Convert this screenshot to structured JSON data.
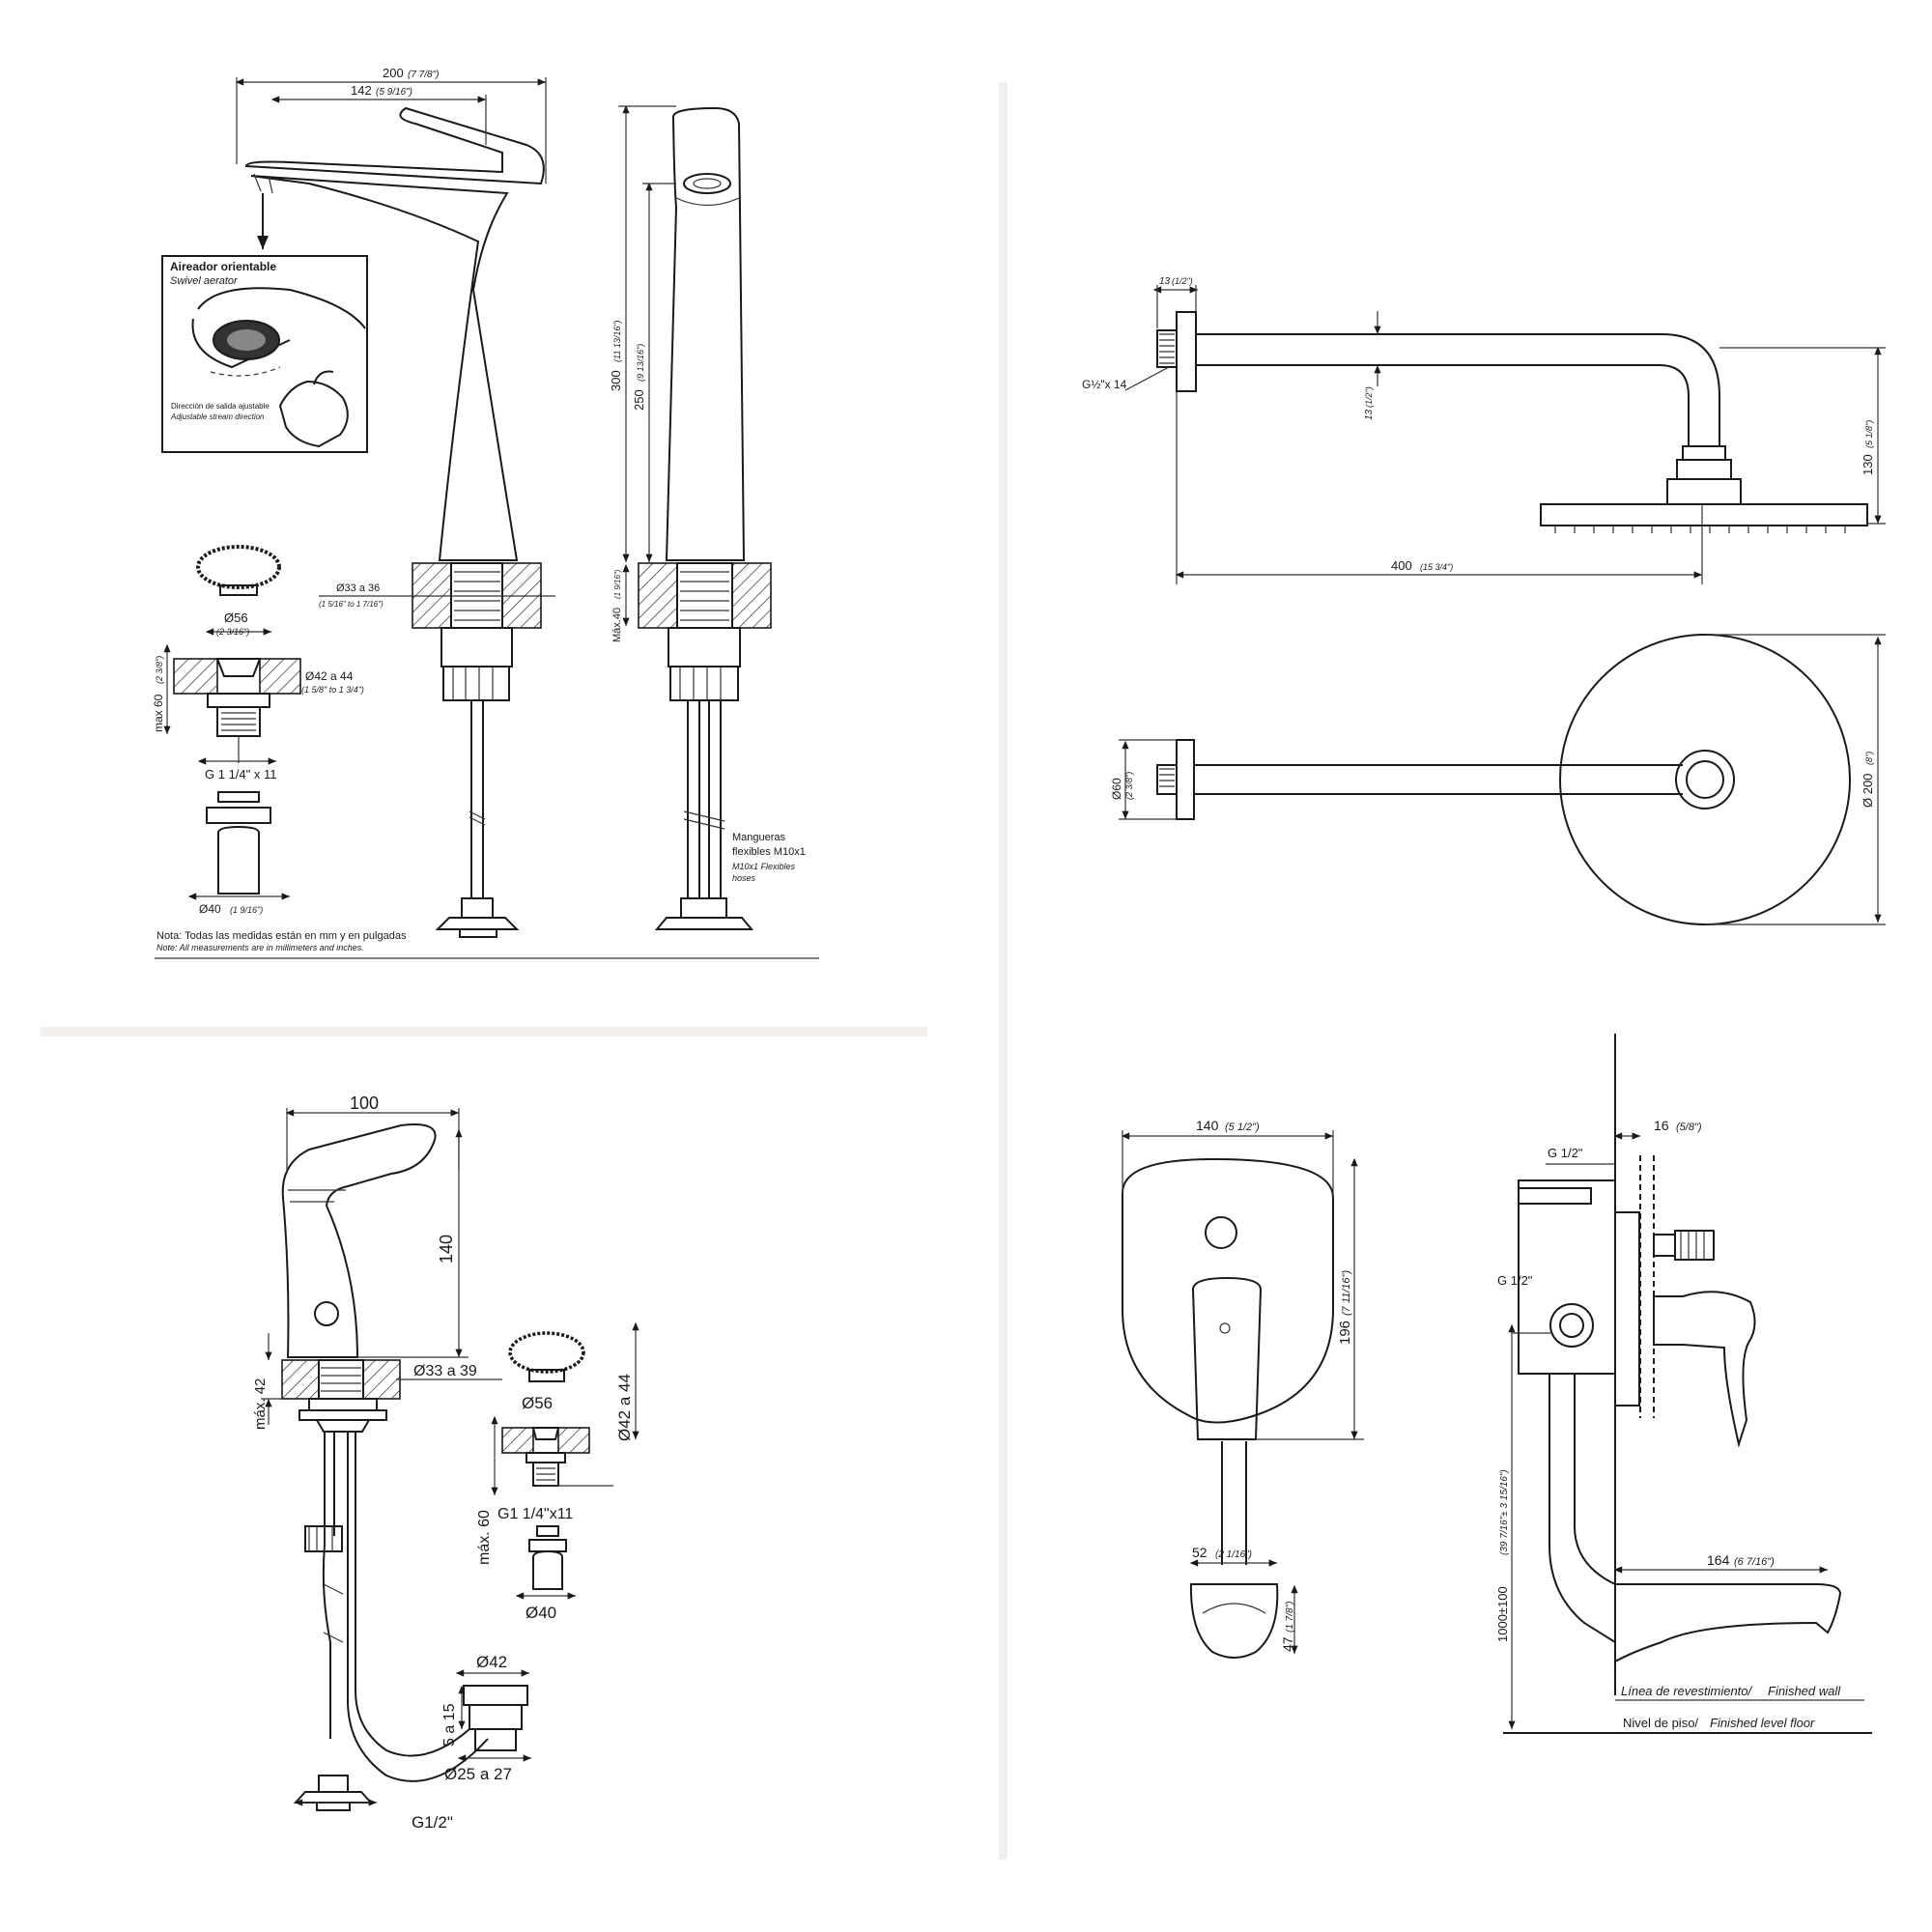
{
  "faucet_tall": {
    "dim_200": "200",
    "dim_200_in": "(7 7/8\")",
    "dim_142": "142",
    "dim_142_in": "(5 9/16\")",
    "aerator_es": "Aireador orientable",
    "aerator_en": "Swivel aerator",
    "stream_es": "Dirección de salida ajustable",
    "stream_en": "Adjustable stream direction",
    "dim_300": "300",
    "dim_300_in": "(11 13/16\")",
    "dim_250": "250",
    "dim_250_in": "(9 13/16\")",
    "dim_max40": "Máx.40",
    "dim_max40_in": "(1 9/16\")",
    "dim_hole": "Ø33 a 36",
    "dim_hole_in": "(1 5/16\" to 1 7/16\")",
    "drain_d56": "Ø56",
    "drain_d56_in": "(2 3/16\")",
    "drain_max60": "max 60",
    "drain_max60_in": "(2 3/8\")",
    "drain_d42": "Ø42 a 44",
    "drain_d42_in": "(1 5/8\" to 1 3/4\")",
    "drain_thread": "G 1 1/4\" x 11",
    "drain_d40": "Ø40",
    "drain_d40_in": "(1 9/16\")",
    "hoses_es_1": "Mangueras",
    "hoses_es_2": "flexibles M10x1",
    "hoses_en_1": "M10x1 Flexibles",
    "hoses_en_2": "hoses",
    "note_es": "Nota: Todas las medidas están en mm y en pulgadas",
    "note_en": "Note: All measurements are in millimeters and inches."
  },
  "shower_arm": {
    "dim_13_top": "13",
    "dim_13_top_in": "(1/2\")",
    "thread": "G½\"x 14",
    "dim_13_mid": "13",
    "dim_13_mid_in": "(1/2\")",
    "dim_130": "130",
    "dim_130_in": "(5 1/8\")",
    "dim_400": "400",
    "dim_400_in": "(15 3/4\")",
    "dim_d60": "Ø60",
    "dim_d60_in": "(2 3/8\")",
    "dim_d200": "Ø 200",
    "dim_d200_in": "(8\")"
  },
  "faucet_low": {
    "dim_100": "100",
    "dim_140": "140",
    "dim_max42": "máx. 42",
    "dim_hole": "Ø33 a 39",
    "drain_d56": "Ø56",
    "drain_d42": "Ø42 a 44",
    "drain_max60": "máx. 60",
    "drain_thread": "G1 1/4\"x11",
    "drain_d40": "Ø40",
    "valve_d42": "Ø42",
    "valve_5a15": "5 a 15",
    "valve_d25": "Ø25 a 27",
    "hose_thread": "G1/2\""
  },
  "mixer": {
    "dim_140": "140",
    "dim_140_in": "(5 1/2\")",
    "dim_196": "196",
    "dim_196_in": "(7 11/16\")",
    "dim_52": "52",
    "dim_52_in": "(2 1/16\")",
    "dim_47": "47",
    "dim_47_in": "(1 7/8\")",
    "dim_16": "16",
    "dim_16_in": "(5/8\")",
    "g12_top": "G 1/2\"",
    "g12_mid": "G 1/2\"",
    "dim_1000": "1000±100",
    "dim_1000_in": "(39 7/16\"± 3 15/16\")",
    "dim_164": "164",
    "dim_164_in": "(6 7/16\")",
    "wall_es": "Línea de revestimiento/",
    "wall_en": "Finished wall",
    "floor_es": "Nivel de piso/",
    "floor_en": "Finished level floor"
  }
}
